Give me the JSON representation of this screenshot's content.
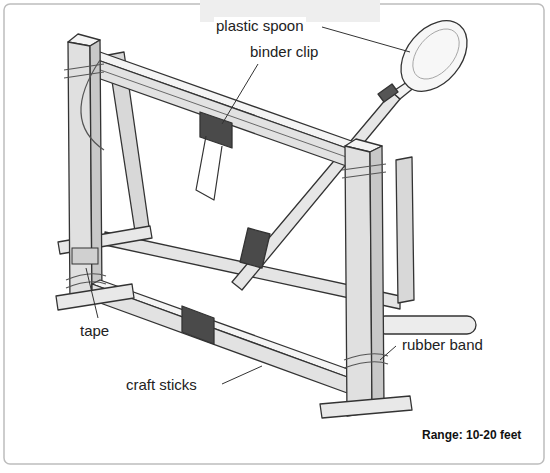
{
  "diagram": {
    "labels": [
      "plastic spoon",
      "binder clip",
      "tape",
      "rubber band",
      "craft sticks",
      "Range: 10-20 feet"
    ]
  }
}
